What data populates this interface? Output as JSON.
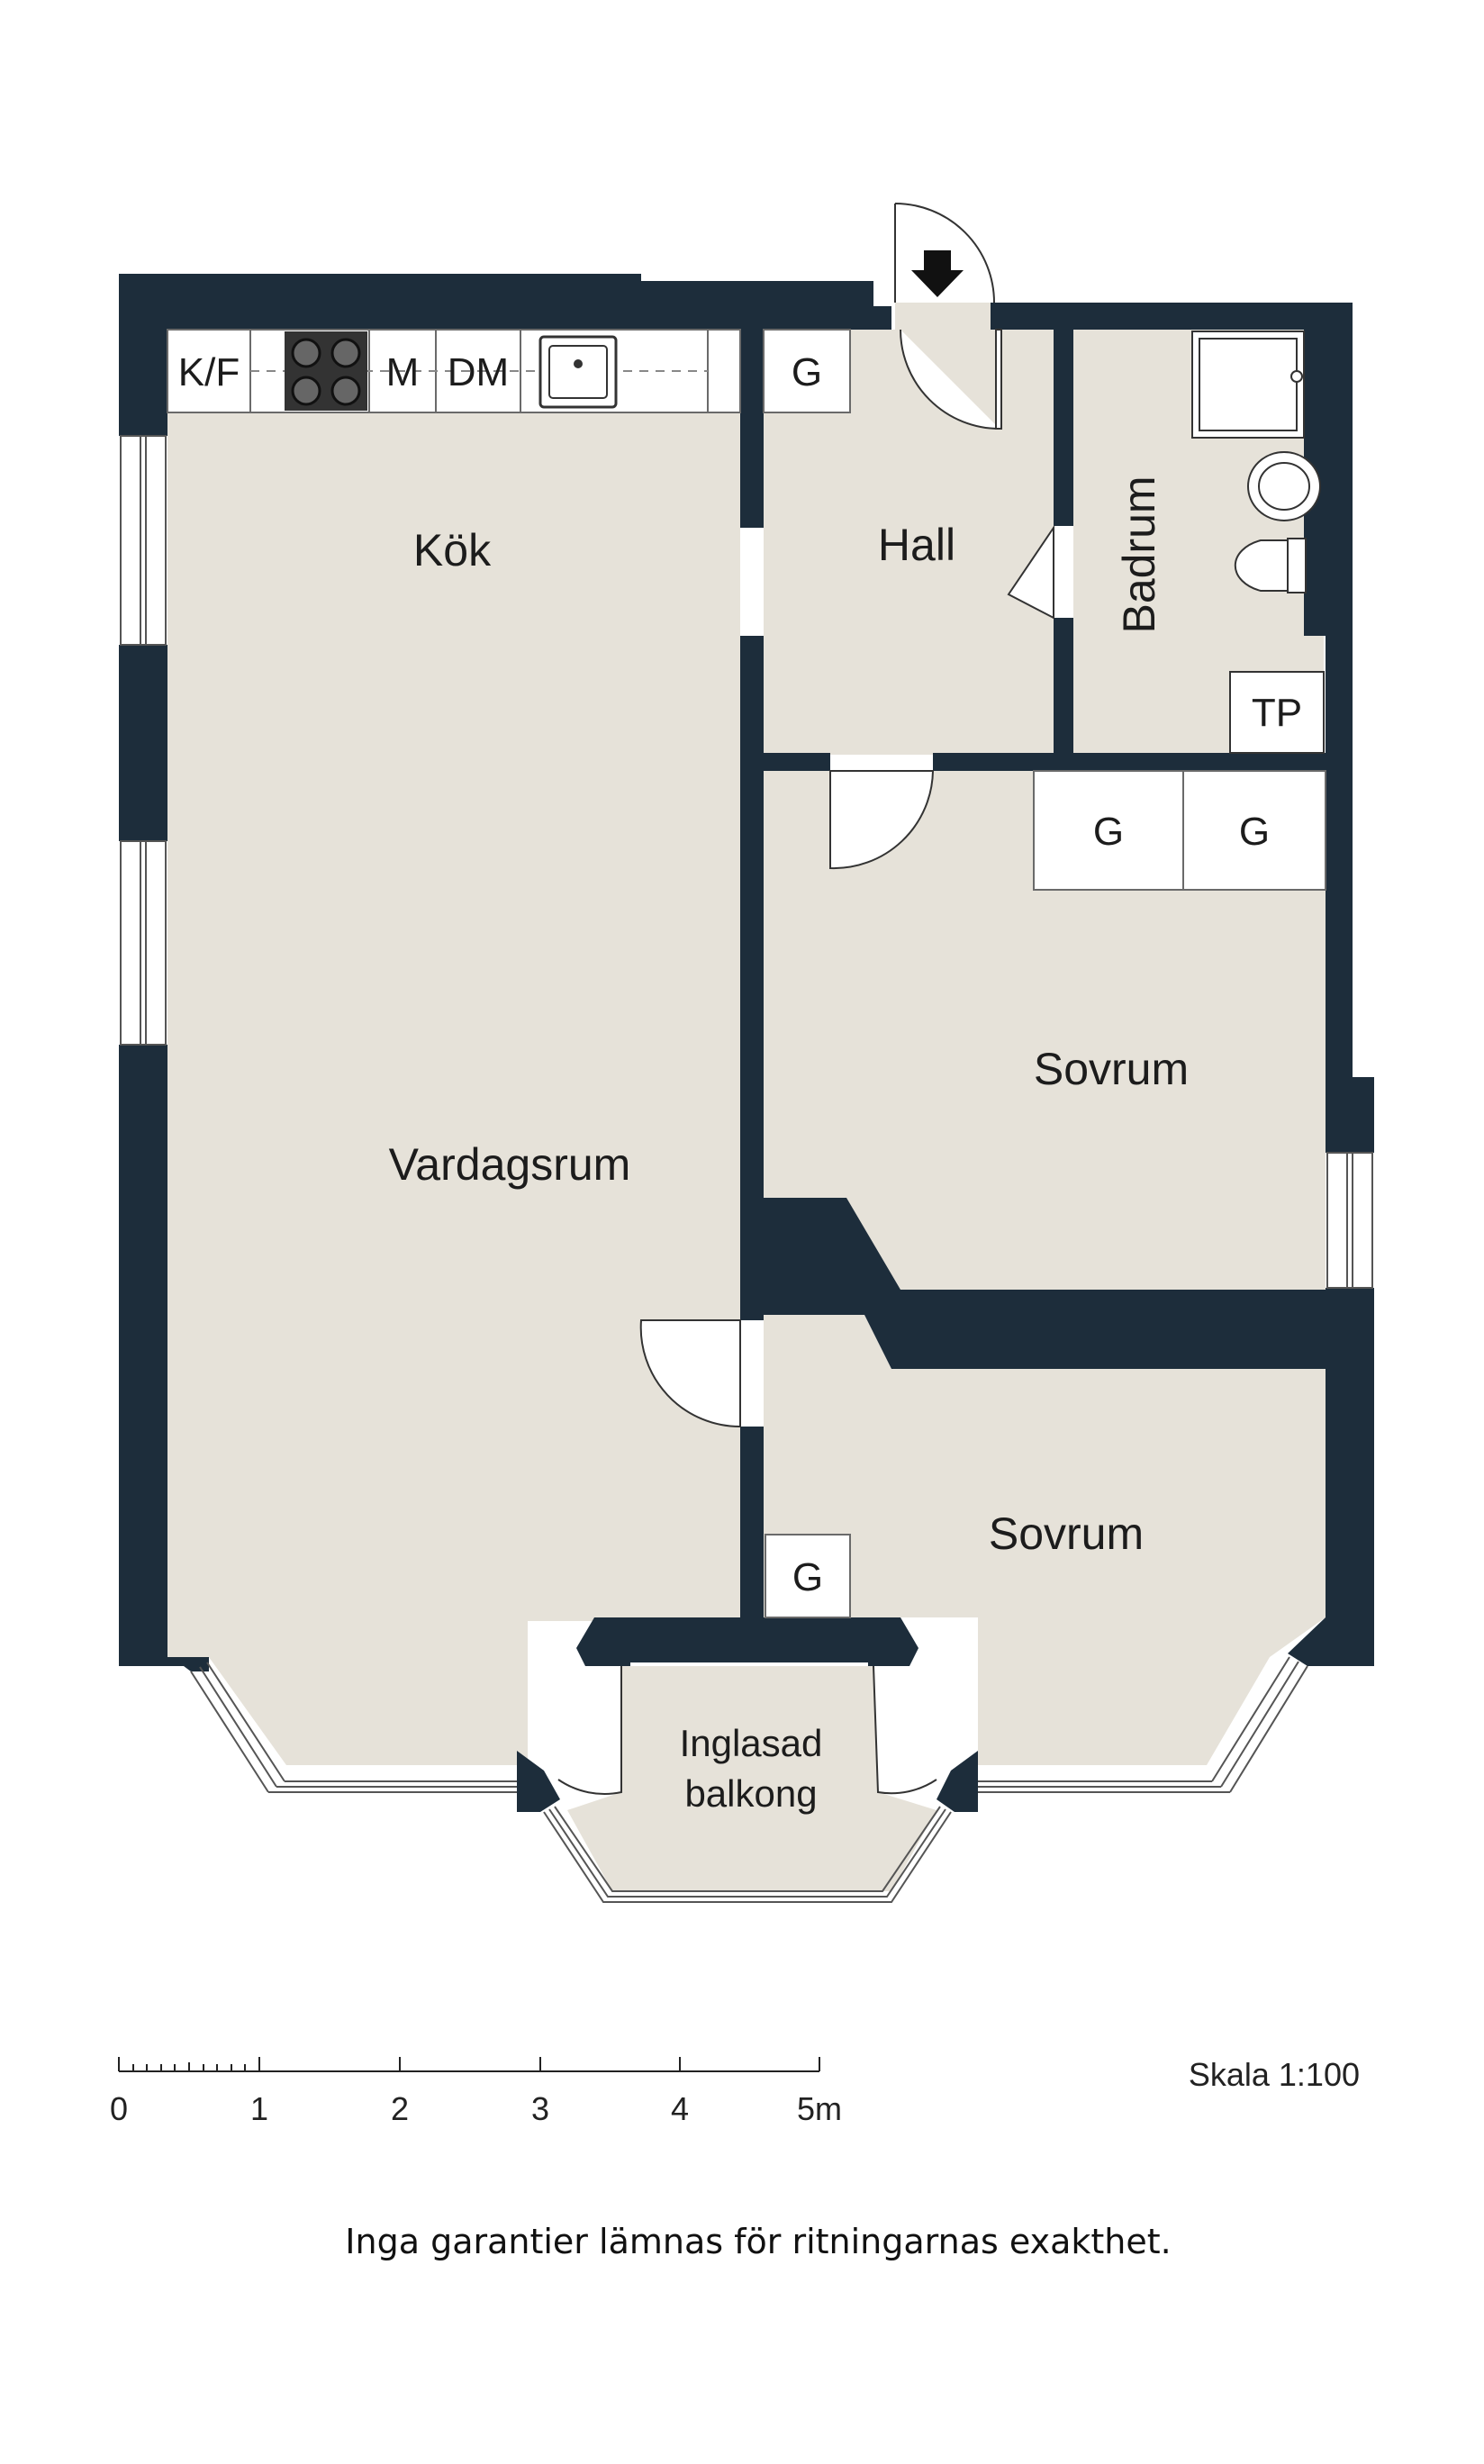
{
  "colors": {
    "wall": "#1d2d3b",
    "floor": "#e6e2d9",
    "fixture": "#ffffff",
    "line": "#3a3a3a"
  },
  "rooms": {
    "kitchen": "Kök",
    "living": "Vardagsrum",
    "hall": "Hall",
    "bathroom": "Badrum",
    "bedroom_top": "Sovrum",
    "bedroom_bottom": "Sovrum",
    "balcony_line1": "Inglasad",
    "balcony_line2": "balkong"
  },
  "fixtures": {
    "fridge_freezer": "K/F",
    "microwave": "M",
    "dishwasher": "DM",
    "hall_wardrobe": "G",
    "bathroom_cabinet": "TP",
    "bedroom_wardrobe_1": "G",
    "bedroom_wardrobe_2": "G",
    "bedroom_bottom_wardrobe": "G"
  },
  "scale": {
    "ticks": [
      "0",
      "1",
      "2",
      "3",
      "4",
      "5m"
    ],
    "label": "Skala 1:100"
  },
  "disclaimer": "Inga garantier lämnas för ritningarnas exakthet."
}
